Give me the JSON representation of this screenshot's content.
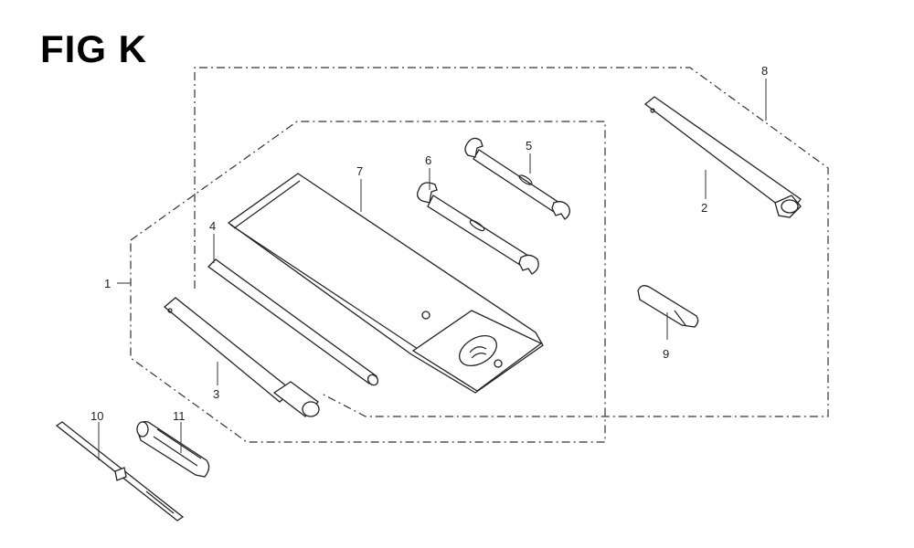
{
  "figure": {
    "title": "FIG K"
  },
  "callouts": {
    "c1": "1",
    "c2": "2",
    "c3": "3",
    "c4": "4",
    "c5": "5",
    "c6": "6",
    "c7": "7",
    "c8": "8",
    "c9": "9",
    "c10": "10",
    "c11": "11"
  },
  "colors": {
    "line": "#222222",
    "background": "#ffffff"
  }
}
